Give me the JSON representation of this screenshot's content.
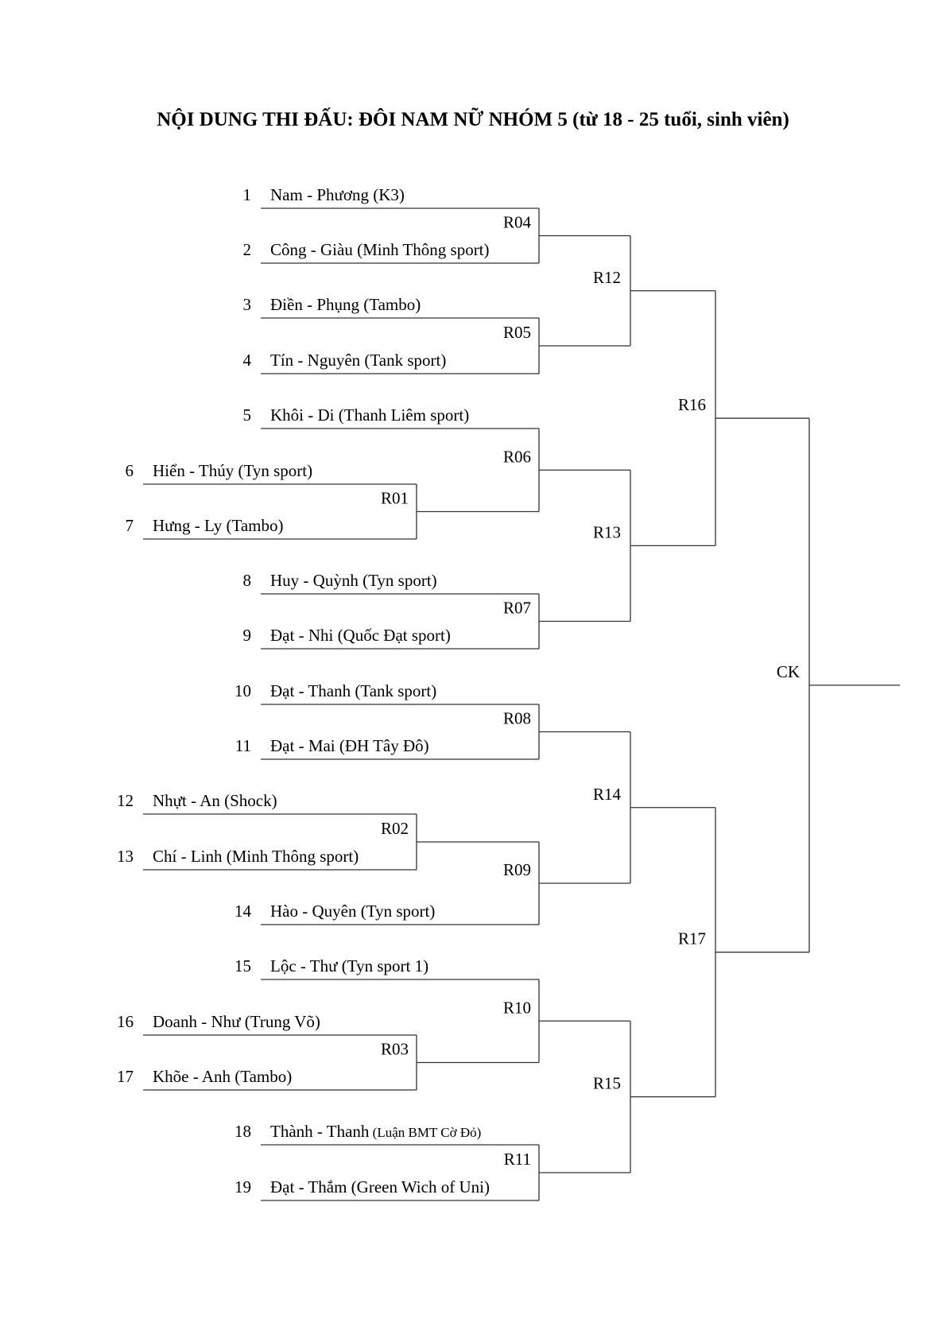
{
  "title": "NỘI DUNG THI ĐẤU: ĐÔI NAM NỮ NHÓM 5 (từ 18 - 25 tuổi, sinh viên)",
  "teams": [
    {
      "seed": "1",
      "name": "Nam - Phương (K3)"
    },
    {
      "seed": "2",
      "name": "Công - Giàu (Minh Thông sport)"
    },
    {
      "seed": "3",
      "name": "Điền - Phụng (Tambo)"
    },
    {
      "seed": "4",
      "name": "Tín - Nguyên (Tank sport)"
    },
    {
      "seed": "5",
      "name": "Khôi - Di (Thanh Liêm sport)"
    },
    {
      "seed": "6",
      "name": "Hiển - Thúy (Tyn sport)"
    },
    {
      "seed": "7",
      "name": "Hưng - Ly (Tambo)"
    },
    {
      "seed": "8",
      "name": "Huy - Quỳnh (Tyn sport)"
    },
    {
      "seed": "9",
      "name": "Đạt - Nhi (Quốc Đạt sport)"
    },
    {
      "seed": "10",
      "name": "Đạt - Thanh (Tank sport)"
    },
    {
      "seed": "11",
      "name": "Đạt - Mai (ĐH Tây Đô)"
    },
    {
      "seed": "12",
      "name": "Nhựt - An (Shock)"
    },
    {
      "seed": "13",
      "name": "Chí - Linh (Minh Thông sport)"
    },
    {
      "seed": "14",
      "name": "Hào - Quyên (Tyn sport)"
    },
    {
      "seed": "15",
      "name": "Lộc - Thư (Tyn sport 1)"
    },
    {
      "seed": "16",
      "name": "Doanh - Như (Trung Võ)"
    },
    {
      "seed": "17",
      "name": "Khõe - Anh (Tambo)"
    },
    {
      "seed": "18",
      "name": "Thành - Thanh",
      "club": "(Luận BMT Cờ Đỏ)"
    },
    {
      "seed": "19",
      "name": "Đạt - Thắm (Green Wich of Uni)"
    }
  ],
  "rounds": [
    "R01",
    "R02",
    "R03",
    "R04",
    "R05",
    "R06",
    "R07",
    "R08",
    "R09",
    "R10",
    "R11",
    "R12",
    "R13",
    "R14",
    "R15",
    "R16",
    "R17"
  ],
  "final": "CK"
}
